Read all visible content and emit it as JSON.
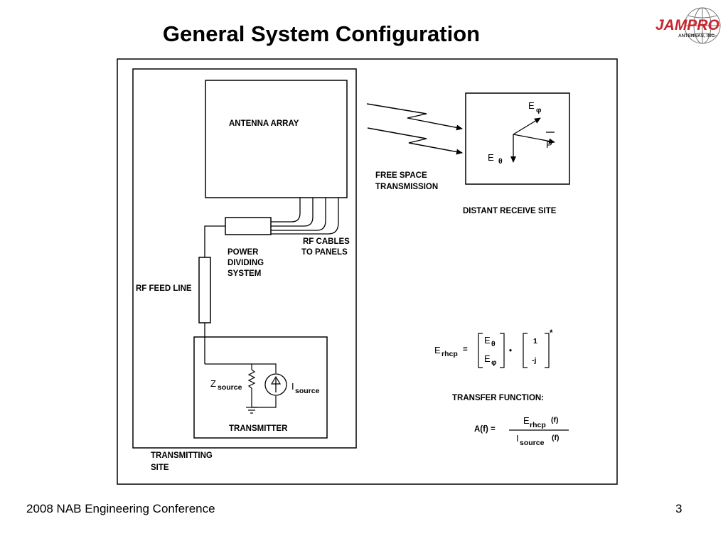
{
  "slide": {
    "title": "General System Configuration",
    "footer": "2008 NAB Engineering Conference",
    "page_number": "3"
  },
  "logo": {
    "name": "JAMPRO",
    "subtitle": "ANTENNAS, INC.",
    "color": "#c8262e"
  },
  "diagram": {
    "antenna_array": "ANTENNA ARRAY",
    "power_dividing": [
      "POWER",
      "DIVIDING",
      "SYSTEM"
    ],
    "rf_cables": [
      "RF CABLES",
      "TO PANELS"
    ],
    "rf_feed_line": "RF FEED LINE",
    "transmitter": "TRANSMITTER",
    "transmitting_site": [
      "TRANSMITTING",
      "SITE"
    ],
    "free_space": [
      "FREE SPACE",
      "TRANSMISSION"
    ],
    "distant_receive_site": "DISTANT RECEIVE SITE",
    "z_source": {
      "main": "Z",
      "sub": "source"
    },
    "i_source": {
      "main": "I",
      "sub": "source"
    },
    "e_phi": {
      "main": "E",
      "sub": "φ"
    },
    "e_theta": {
      "main": "E",
      "sub": "θ"
    },
    "p_vector": "P",
    "equation": {
      "lhs_main": "E",
      "lhs_sub": "rhcp",
      "equals": "=",
      "dot": "•",
      "vec1_top": "E",
      "vec1_top_sub": "θ",
      "vec1_bottom": "E",
      "vec1_bottom_sub": "φ",
      "vec2_top": "1",
      "vec2_bottom": "-j",
      "conjugate": "*"
    },
    "transfer_function": {
      "label": "TRANSFER FUNCTION:",
      "lhs": "A(f) =",
      "num_main": "E",
      "num_sub": "rhcp",
      "num_arg": "(f)",
      "den_main": "I",
      "den_sub": "source",
      "den_arg": "(f)"
    }
  }
}
